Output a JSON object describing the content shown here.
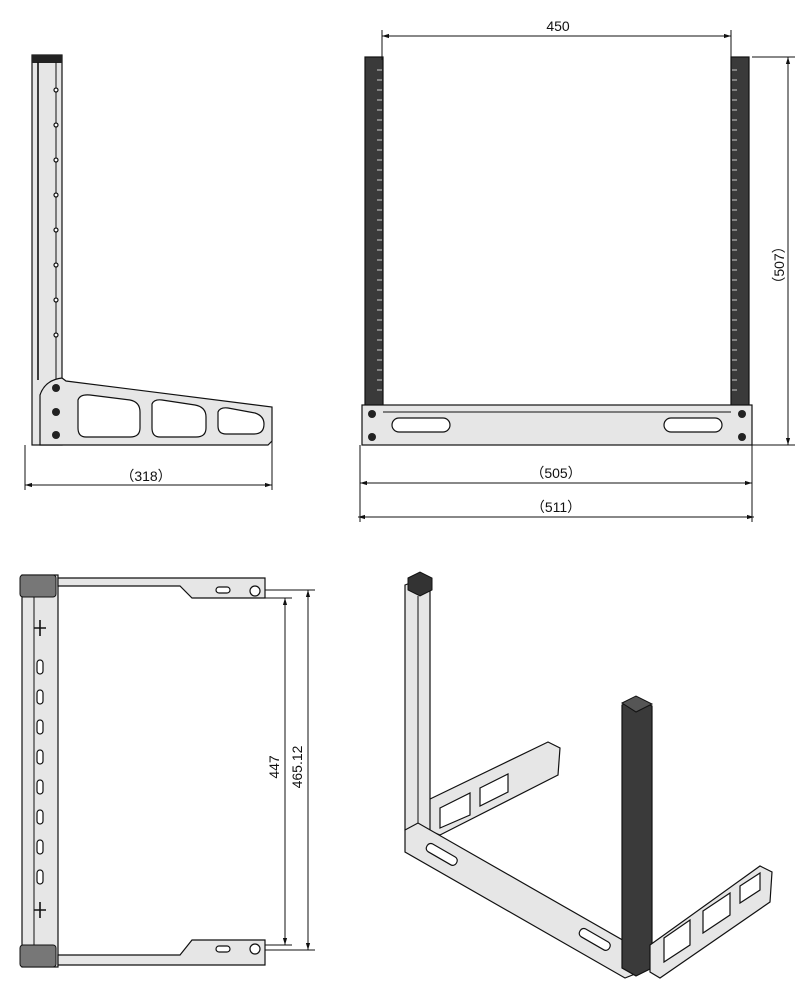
{
  "drawing": {
    "side_view": {
      "width_dim": "318"
    },
    "front_view": {
      "inner_width_dim": "450",
      "height_dim": "507",
      "width_dim": "505",
      "overall_width_dim": "511"
    },
    "top_view": {
      "inner_depth_dim": "447",
      "overall_depth_dim": "465.12"
    }
  },
  "colors": {
    "line": "#111111",
    "post": "#3a3a3a",
    "metal": "#e6e6e6"
  }
}
